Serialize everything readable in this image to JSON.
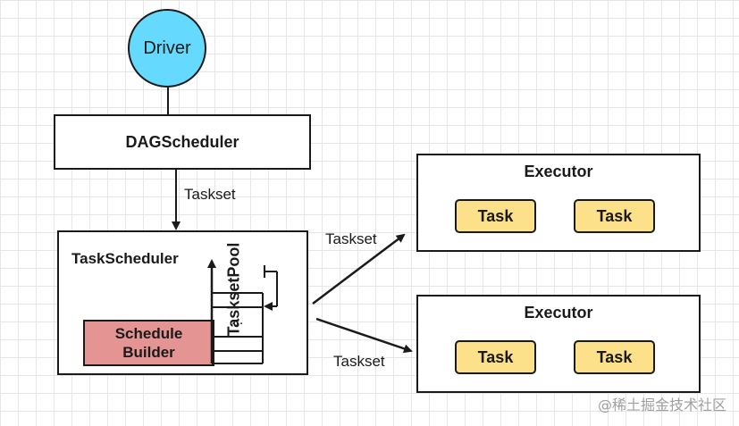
{
  "nodes": {
    "driver": "Driver",
    "dag_scheduler": "DAGScheduler",
    "task_scheduler": "TaskScheduler",
    "schedule_builder": [
      "Schedule",
      "Builder"
    ],
    "taskset_pool": "TasksetPool",
    "pool_ellipsis": "...",
    "executors": [
      {
        "title": "Executor",
        "tasks": [
          "Task",
          "Task"
        ]
      },
      {
        "title": "Executor",
        "tasks": [
          "Task",
          "Task"
        ]
      }
    ]
  },
  "edges": {
    "dag_to_task_scheduler": "Taskset",
    "to_executor_1": "Taskset",
    "to_executor_2": "Taskset"
  },
  "watermark": "@稀土掘金技术社区",
  "colors": {
    "driver_fill": "#66d9ff",
    "builder_fill": "#e39493",
    "task_fill": "#fde08a",
    "stroke": "#1a1a1a"
  }
}
